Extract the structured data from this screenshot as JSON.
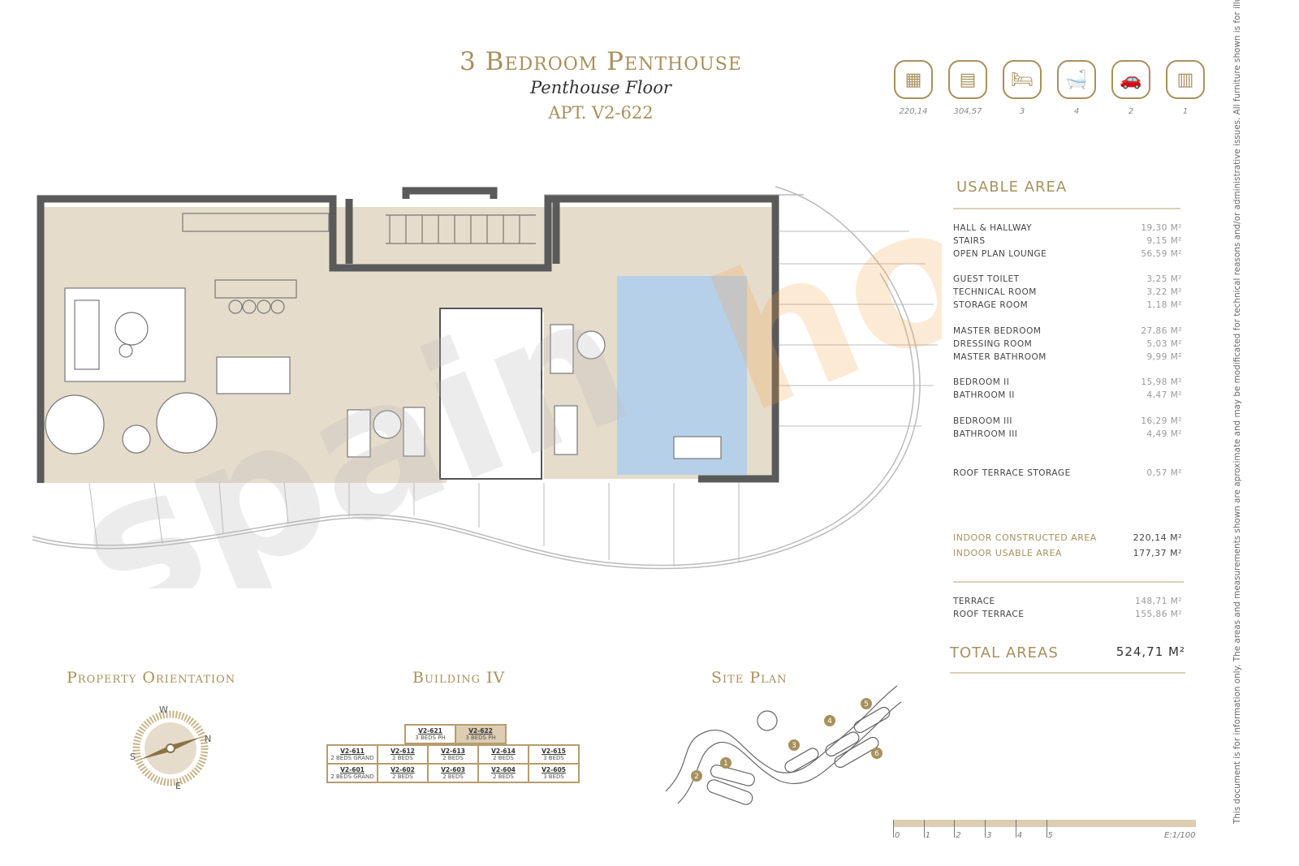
{
  "header": {
    "title": "3 Bedroom Penthouse",
    "subtitle": "Penthouse Floor",
    "apartment": "APT. V2-622"
  },
  "features": [
    {
      "icon": "indoor-area-icon",
      "value": "220,14"
    },
    {
      "icon": "total-area-icon",
      "value": "304,57"
    },
    {
      "icon": "bed-icon",
      "value": "3"
    },
    {
      "icon": "bathtub-icon",
      "value": "4"
    },
    {
      "icon": "parking-icon",
      "value": "2"
    },
    {
      "icon": "storage-icon",
      "value": "1"
    }
  ],
  "usable_area": {
    "title": "USABLE AREA",
    "groups": [
      [
        {
          "label": "HALL & HALLWAY",
          "value": "19,30 M²"
        },
        {
          "label": "STAIRS",
          "value": "9,15 M²"
        },
        {
          "label": "OPEN PLAN LOUNGE",
          "value": "56,59 M²"
        }
      ],
      [
        {
          "label": "GUEST TOILET",
          "value": "3,25 M²"
        },
        {
          "label": "TECHNICAL ROOM",
          "value": "3,22 M²"
        },
        {
          "label": "STORAGE ROOM",
          "value": "1,18 M²"
        }
      ],
      [
        {
          "label": "MASTER BEDROOM",
          "value": "27,86 M²"
        },
        {
          "label": "DRESSING ROOM",
          "value": "5,03 M²"
        },
        {
          "label": "MASTER BATHROOM",
          "value": "9,99 M²"
        }
      ],
      [
        {
          "label": "BEDROOM II",
          "value": "15,98 M²"
        },
        {
          "label": "BATHROOM II",
          "value": "4,47 M²"
        }
      ],
      [
        {
          "label": "BEDROOM III",
          "value": "16,29 M²"
        },
        {
          "label": "BATHROOM III",
          "value": "4,49 M²"
        }
      ],
      [
        {
          "label": "ROOF TERRACE STORAGE",
          "value": "0,57 M²"
        }
      ]
    ],
    "indoor": [
      {
        "label": "INDOOR CONSTRUCTED AREA",
        "value": "220,14 M²"
      },
      {
        "label": "INDOOR USABLE AREA",
        "value": "177,37 M²"
      }
    ],
    "terraces": [
      {
        "label": "TERRACE",
        "value": "148,71 M²"
      },
      {
        "label": "ROOF TERRACE",
        "value": "155,86 M²"
      }
    ],
    "total": {
      "label": "TOTAL AREAS",
      "value": "524,71 M²"
    }
  },
  "sections": {
    "orientation": "Property Orientation",
    "building": "Building IV",
    "site_plan": "Site Plan"
  },
  "compass": {
    "n": "N",
    "s": "S",
    "e": "E",
    "w": "W"
  },
  "building": {
    "top": [
      {
        "unit": "V2-621",
        "type": "3 BEDS PH",
        "selected": false
      },
      {
        "unit": "V2-622",
        "type": "3 BEDS PH",
        "selected": true
      }
    ],
    "rows": [
      [
        {
          "unit": "V2-611",
          "type": "2 BEDS GRAND"
        },
        {
          "unit": "V2-612",
          "type": "2 BEDS"
        },
        {
          "unit": "V2-613",
          "type": "2 BEDS"
        },
        {
          "unit": "V2-614",
          "type": "2 BEDS"
        },
        {
          "unit": "V2-615",
          "type": "3 BEDS"
        }
      ],
      [
        {
          "unit": "V2-601",
          "type": "2 BEDS GRAND"
        },
        {
          "unit": "V2-602",
          "type": "2 BEDS"
        },
        {
          "unit": "V2-603",
          "type": "2 BEDS"
        },
        {
          "unit": "V2-604",
          "type": "2 BEDS"
        },
        {
          "unit": "V2-605",
          "type": "3 BEDS"
        }
      ]
    ]
  },
  "site_plan": {
    "markers": [
      "1",
      "2",
      "3",
      "4",
      "5",
      "6"
    ]
  },
  "scale": {
    "ticks": [
      "0",
      "1",
      "2",
      "3",
      "4",
      "5"
    ],
    "ratio": "E:1/100"
  },
  "watermark": "spainhomes",
  "disclaimer": "This document is for information only. The areas and measurements shown are aproximate and may be modificated for technical reasons and/or administrative issues. All furniture shown is for illustrative purposes.",
  "colors": {
    "accent": "#a8905c",
    "floor": "#e6dccb",
    "pool": "#b7d0ea",
    "wall": "#5a5a5a"
  }
}
